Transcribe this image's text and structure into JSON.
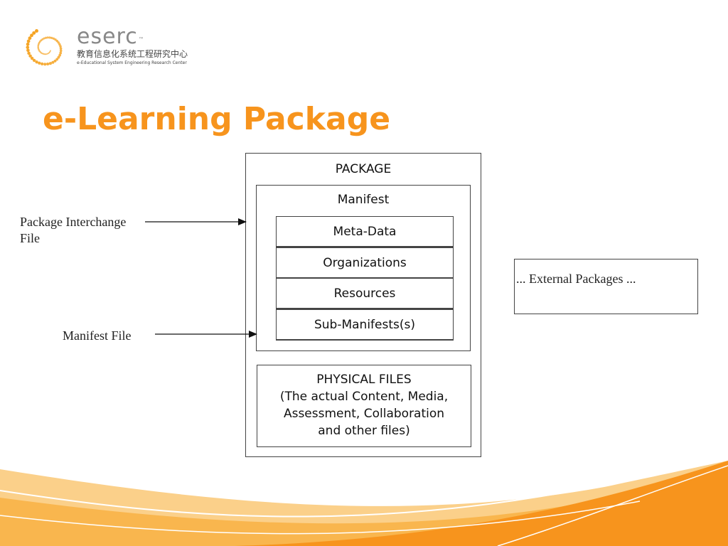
{
  "logo": {
    "name": "eserc",
    "tm": "™",
    "chinese": "教育信息化系统工程研究中心",
    "english": "e-Educational System Engineering Research Center"
  },
  "title": "e-Learning Package",
  "diagram": {
    "package_label": "PACKAGE",
    "manifest_label": "Manifest",
    "manifest_sections": [
      "Meta-Data",
      "Organizations",
      "Resources",
      "Sub-Manifests(s)"
    ],
    "physical_files_lines": [
      "PHYSICAL FILES",
      "(The actual Content, Media,",
      "Assessment, Collaboration",
      "and other files)"
    ],
    "external_label": "... External Packages ...",
    "pointer_labels": {
      "package_interchange": [
        "Package Interchange",
        "File"
      ],
      "manifest_file": "Manifest File"
    }
  },
  "colors": {
    "accent": "#f7941d",
    "swoosh_light": "#fbd08a",
    "logo_dots": "#f5a21f"
  }
}
